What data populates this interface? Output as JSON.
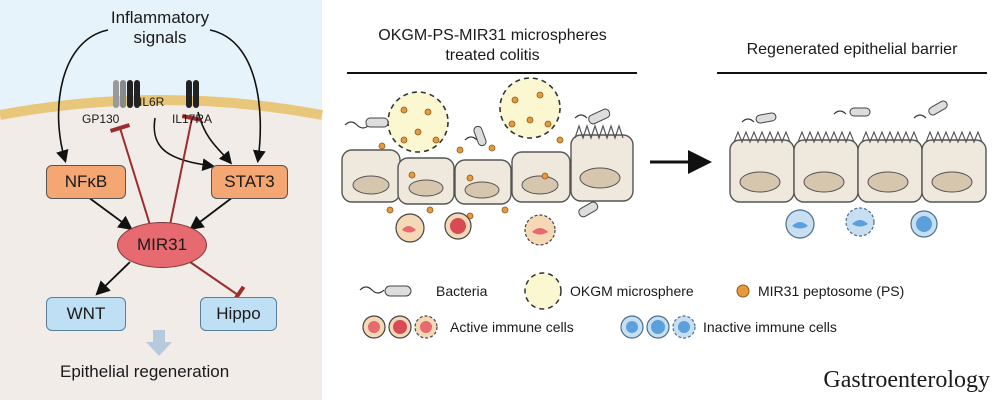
{
  "left_panel": {
    "input": "Inflammatory\nsignals",
    "receptors": {
      "gp130": "GP130",
      "il6r": "IL6R",
      "il17ra": "IL17RA"
    },
    "nodes": {
      "nfkb": "NFκB",
      "stat3": "STAT3",
      "mir31": "MIR31",
      "wnt": "WNT",
      "hippo": "Hippo"
    },
    "outcome": "Epithelial regeneration",
    "colors": {
      "background": "#f1ece8",
      "membrane": "#f8e7b7",
      "pathway_box": "#f4a673",
      "target_box": "#bfe0f4",
      "mir31": "#e66a6f",
      "inhibition": "#9b2d2d"
    }
  },
  "right_panel": {
    "before_title": "OKGM-PS-MIR31 microspheres\ntreated colitis",
    "after_title": "Regenerated epithelial barrier"
  },
  "legend": {
    "bacteria": "Bacteria",
    "microsphere": "OKGM microsphere",
    "peptosome": "MIR31 peptosome (PS)",
    "active": "Active immune cells",
    "inactive": "Inactive immune cells"
  },
  "journal": "Gastroenterology"
}
